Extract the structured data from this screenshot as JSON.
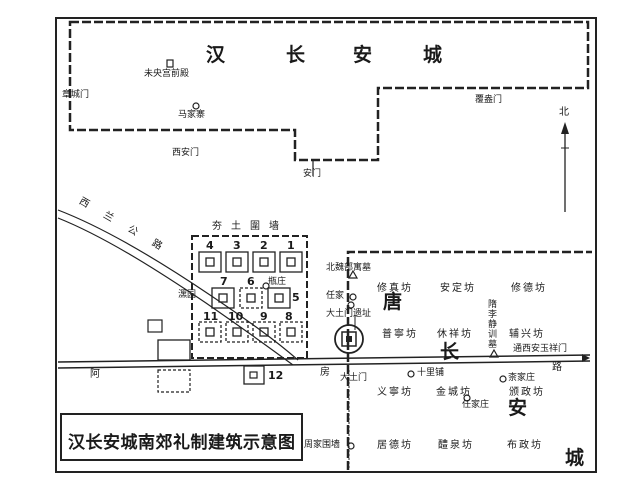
{
  "title": "汉长安城南郊礼制建筑示意图",
  "han_city": {
    "name": [
      "汉",
      "长",
      "安",
      "城"
    ]
  },
  "tang_city": {
    "name": [
      "唐",
      "长",
      "安",
      "城"
    ]
  },
  "enclosure": {
    "name": "夯土圍墙"
  },
  "north_arrow": "北",
  "road": "西兰公路",
  "sites": {
    "weiyang": "未央宫前殿",
    "majiazhai": "马家寨",
    "zhangchengmen": "章城门",
    "fuangmen": "覆盎门",
    "xianmen": "西安门",
    "anmen": "安门",
    "lingzhuang": "瓶庄",
    "weiguo": "潶园",
    "beiwei": "北魏部寓墓",
    "renjia": "任家",
    "datumen_ruins": "大土门遗址",
    "datumen": "大土门",
    "shilipu": "十里铺",
    "qianjiazhuang": "柰家庄",
    "renjiazhuang": "任家庄",
    "zhoujiawan": "周家围墙",
    "yushuchai": "隋李静训墓",
    "road_east": "通西安玉祥门",
    "fang": "房",
    "lu": "路",
    "a": "阿"
  },
  "wards": {
    "xiuzhen": "修真坊",
    "anding": "安定坊",
    "xiude": "修德坊",
    "puning": "普寧坊",
    "xiuxiang": "休祥坊",
    "fuxing": "辅兴坊",
    "yining": "义寧坊",
    "jincheng": "金城坊",
    "bazheng": "颁政坊",
    "jude": "居德坊",
    "liquan": "醴泉坊",
    "buzheng": "布政坊"
  },
  "building_numbers": [
    "1",
    "2",
    "3",
    "4",
    "5",
    "6",
    "7",
    "8",
    "9",
    "10",
    "11",
    "12"
  ]
}
